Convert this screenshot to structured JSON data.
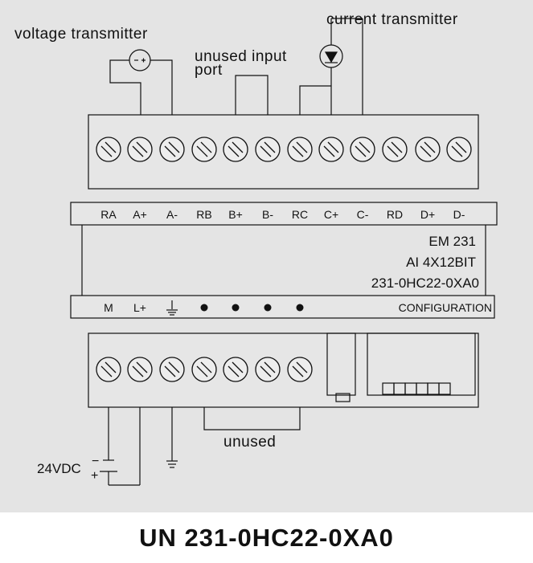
{
  "labels": {
    "voltage_transmitter": "voltage transmitter",
    "current_transmitter": "current transmitter",
    "unused_input_line1": "unused input",
    "unused_input_line2": "port",
    "unused": "unused",
    "supply": "24VDC"
  },
  "top_terminals": [
    "RA",
    "A+",
    "A-",
    "RB",
    "B+",
    "B-",
    "RC",
    "C+",
    "C-",
    "RD",
    "D+",
    "D-"
  ],
  "module": {
    "name": "EM  231",
    "type": "AI 4X12BIT",
    "part": "231-0HC22-0XA0"
  },
  "bottom_terminals": {
    "m": "M",
    "l_plus": "L+",
    "config": "CONFIGURATION"
  },
  "caption": "UN 231-0HC22-0XA0"
}
